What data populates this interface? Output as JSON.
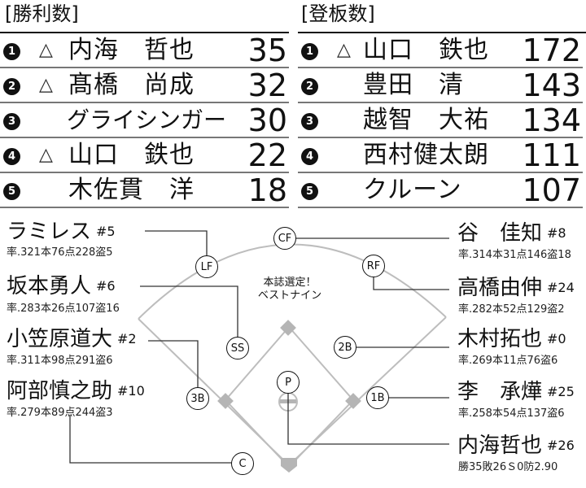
{
  "wins": {
    "title": "[勝利数]",
    "rows": [
      {
        "rank": "1",
        "mark": "△",
        "name": "内海　哲也",
        "value": "35"
      },
      {
        "rank": "2",
        "mark": "△",
        "name": "髙橋　尚成",
        "value": "32"
      },
      {
        "rank": "3",
        "mark": "",
        "name": "グライシンガー",
        "value": "30"
      },
      {
        "rank": "4",
        "mark": "△",
        "name": "山口　鉄也",
        "value": "22"
      },
      {
        "rank": "5",
        "mark": "",
        "name": "木佐貫　洋",
        "value": "18"
      }
    ]
  },
  "appearances": {
    "title": "[登板数]",
    "rows": [
      {
        "rank": "1",
        "mark": "△",
        "name": "山口　鉄也",
        "value": "172"
      },
      {
        "rank": "2",
        "mark": "",
        "name": "豊田　清",
        "value": "143"
      },
      {
        "rank": "3",
        "mark": "",
        "name": "越智　大祐",
        "value": "134"
      },
      {
        "rank": "4",
        "mark": "",
        "name": "西村健太朗",
        "value": "111"
      },
      {
        "rank": "5",
        "mark": "",
        "name": "クルーン",
        "value": "107"
      }
    ]
  },
  "best_nine": {
    "note": "本誌選定！ベストナイン",
    "note_line1": "本誌選定！",
    "note_line2": "ベストナイン",
    "left_players": [
      {
        "name": "ラミレス",
        "number": "#5",
        "stats": "率.321本76点228盗5",
        "position": "LF"
      },
      {
        "name": "坂本勇人",
        "number": "#6",
        "stats": "率.283本26点107盗16",
        "position": "SS"
      },
      {
        "name": "小笠原道大",
        "number": "#2",
        "stats": "率.311本98点291盗6",
        "position": "3B"
      },
      {
        "name": "阿部慎之助",
        "number": "#10",
        "stats": "率.279本89点244盗3",
        "position": "C"
      }
    ],
    "right_players": [
      {
        "name": "谷　佳知",
        "number": "#8",
        "stats": "率.314本31点146盗18",
        "position": "CF"
      },
      {
        "name": "高橋由伸",
        "number": "#24",
        "stats": "率.282本52点129盗2",
        "position": "RF"
      },
      {
        "name": "木村拓也",
        "number": "#0",
        "stats": "率.269本11点76盗6",
        "position": "2B"
      },
      {
        "name": "李　承燁",
        "number": "#25",
        "stats": "率.258本54点137盗6",
        "position": "1B"
      },
      {
        "name": "内海哲也",
        "number": "#26",
        "stats": "勝35敗26Ｓ0防2.90",
        "position": "P"
      }
    ]
  },
  "colors": {
    "field_line": "#bdbdbd",
    "base": "#b5b5b5",
    "leader": "#333333"
  }
}
